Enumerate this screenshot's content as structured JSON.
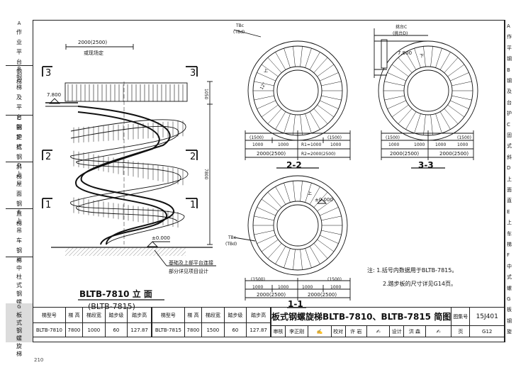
{
  "sidebar": [
    {
      "letter": "A",
      "label": "作业平台钢梯"
    },
    {
      "letter": "B",
      "label": "钢梯及平台钢护栏"
    },
    {
      "letter": "C",
      "label": "固定式钢斜梯"
    },
    {
      "letter": "D",
      "label": "上屋面钢直梯"
    },
    {
      "letter": "E",
      "label": "上吊车钢梯"
    },
    {
      "letter": "F",
      "label": "中柱式钢螺旋梯"
    },
    {
      "letter": "G",
      "label": "板式钢螺旋梯"
    }
  ],
  "elevation": {
    "top_dim": "2000(2500)",
    "top_dim_note": "或现场定",
    "elev_top": "7.800",
    "elev_bottom": "±0.000",
    "height_top": "1050",
    "height_total": "7800",
    "section_marks": [
      "3",
      "3",
      "2",
      "2",
      "1",
      "1"
    ],
    "foundation_note_1": "基础及上部平台连接",
    "foundation_note_2": "部分详见项目设计",
    "caption": "BLTB-7810 立 面",
    "caption_sub": "(BLTB-7815)"
  },
  "plan22": {
    "tbc": "TBc",
    "tbd": "(TBd)",
    "dims_row1": [
      "(1500)",
      "1000",
      "1000",
      "R1=1000",
      "(1500)",
      "1000"
    ],
    "dims_row2": [
      "2000(2500)",
      "R2=2000(2500)"
    ],
    "up": "上",
    "angle": "12°",
    "caption": "2-2"
  },
  "plan33": {
    "platform_c": "挑台C",
    "platform_d": "(挑台D)",
    "elev": "7.800",
    "down": "下",
    "dims_row1": [
      "(1500)",
      "1000",
      "1000",
      "1000",
      "(1500)",
      "1000"
    ],
    "dims_row2": [
      "2000(2500)",
      "2000(2500)"
    ],
    "caption": "3-3"
  },
  "plan11": {
    "up": "上",
    "elev": "±0.000",
    "tbc": "TBc",
    "tbd": "(TBd)",
    "dims_row1": [
      "(1500)",
      "1000",
      "1000",
      "1000",
      "(1500)",
      "1000"
    ],
    "dims_row2": [
      "2000(2500)",
      "2000(2500)"
    ],
    "caption": "1-1"
  },
  "notes": {
    "line1": "注: 1.括号内数据用于BLTB-7815。",
    "line2": "2.踏步板的尺寸详见G14页。"
  },
  "title_block": {
    "headers": [
      "梯型号",
      "梯 高",
      "梯段宽",
      "踏步级",
      "踏步高"
    ],
    "row_a": [
      "BLTB-7810",
      "7800",
      "1000",
      "60",
      "127.87"
    ],
    "row_b": [
      "BLTB-7815",
      "7800",
      "1500",
      "60",
      "127.87"
    ],
    "drawing_title": "板式钢螺旋梯BLTB-7810、BLTB-7815 简图",
    "atlas_label": "图集号",
    "atlas_no": "15J401",
    "review": "审核",
    "reviewer": "李正刚",
    "check": "校对",
    "checker": "许 岩",
    "design": "设计",
    "designer": "洪 森",
    "page_label": "页",
    "page_no": "G12"
  },
  "footer_page": "210",
  "right_sidebar": [
    "A",
    "作",
    "平",
    "钢",
    "B",
    "钢",
    "及",
    "台",
    "护",
    "C",
    "固",
    "式",
    "斜",
    "D",
    "上",
    "面",
    "直",
    "E",
    "上",
    "车",
    "梯",
    "F",
    "中",
    "式",
    "螺",
    "G",
    "板",
    "钢",
    "旋"
  ]
}
